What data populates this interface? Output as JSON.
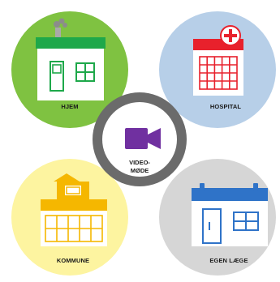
{
  "colors": {
    "home_bg": "#7fc241",
    "hospital_bg": "#b7cfe8",
    "municipality_bg": "#fdf4a0",
    "doctor_bg": "#d6d6d6",
    "center_ring": "#6b6b6b",
    "center_bg": "#ffffff",
    "video_icon": "#7030a0",
    "home_roof": "#1ea84a",
    "hospital_accent": "#e8212c",
    "municipality_accent": "#f5b700",
    "doctor_accent": "#2f73c8"
  },
  "nodes": {
    "home": {
      "label": "HJEM",
      "icon": "house-icon"
    },
    "hospital": {
      "label": "HOSPITAL",
      "icon": "hospital-icon"
    },
    "municipality": {
      "label": "KOMMUNE",
      "icon": "municipal-building-icon"
    },
    "doctor": {
      "label": "EGEN LÆGE",
      "icon": "clinic-icon"
    }
  },
  "center": {
    "line1": "VIDEO-",
    "line2": "MØDE",
    "icon": "video-camera-icon"
  }
}
